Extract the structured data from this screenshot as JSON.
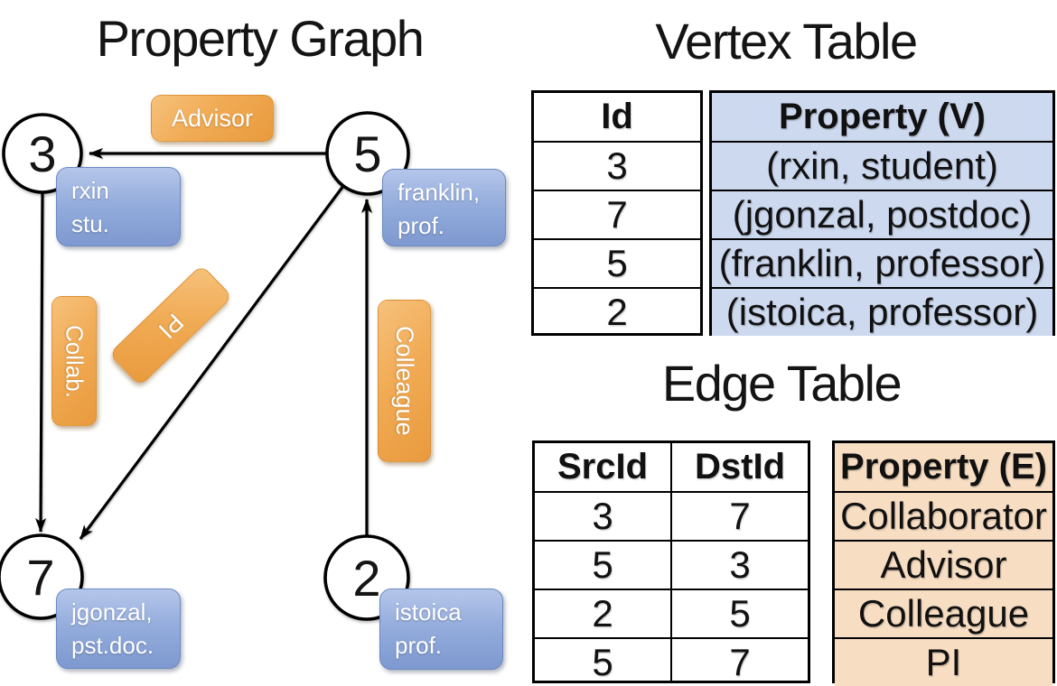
{
  "graph": {
    "title": "Property Graph",
    "nodes": [
      {
        "id": "3",
        "line1": "rxin",
        "line2": "stu."
      },
      {
        "id": "5",
        "line1": "franklin,",
        "line2": "prof."
      },
      {
        "id": "7",
        "line1": "jgonzal,",
        "line2": "pst.doc."
      },
      {
        "id": "2",
        "line1": "istoica",
        "line2": "prof."
      }
    ],
    "edges": [
      {
        "label": "Advisor",
        "src": "5",
        "dst": "3"
      },
      {
        "label": "Collab.",
        "src": "3",
        "dst": "7"
      },
      {
        "label": "PI",
        "src": "5",
        "dst": "7"
      },
      {
        "label": "Colleague",
        "src": "2",
        "dst": "5"
      }
    ]
  },
  "vertex_table": {
    "title": "Vertex Table",
    "columns": {
      "id": "Id",
      "property": "Property (V)"
    },
    "rows": [
      {
        "id": "3",
        "property": "(rxin, student)"
      },
      {
        "id": "7",
        "property": "(jgonzal, postdoc)"
      },
      {
        "id": "5",
        "property": "(franklin, professor)"
      },
      {
        "id": "2",
        "property": "(istoica, professor)"
      }
    ]
  },
  "edge_table": {
    "title": "Edge Table",
    "columns": {
      "src": "SrcId",
      "dst": "DstId",
      "property": "Property (E)"
    },
    "rows": [
      {
        "src": "3",
        "dst": "7",
        "property": "Collaborator"
      },
      {
        "src": "5",
        "dst": "3",
        "property": "Advisor"
      },
      {
        "src": "2",
        "dst": "5",
        "property": "Colleague"
      },
      {
        "src": "5",
        "dst": "7",
        "property": "PI"
      }
    ]
  },
  "colors": {
    "vertex_highlight": "#cdd9ef",
    "edge_highlight": "#f7ddc2",
    "node_property_blue": "#8aa5d8",
    "edge_label_orange": "#f0a84f"
  }
}
